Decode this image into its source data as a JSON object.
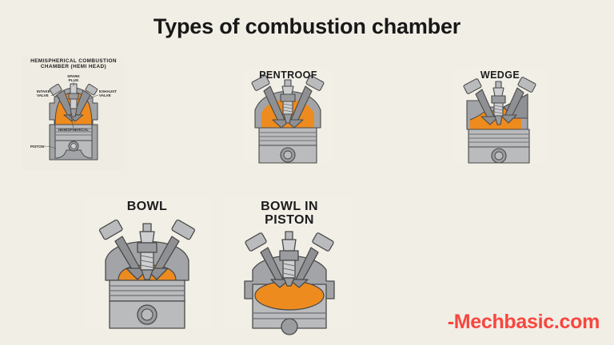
{
  "page": {
    "title": "Types of combustion chamber",
    "background_color": "#f1eee5",
    "watermark": "-Mechbasic.com",
    "watermark_color": "#f8463f"
  },
  "palette": {
    "chamber_orange": "#ed8b1f",
    "metal_dark": "#87898d",
    "metal_mid": "#a2a4a7",
    "metal_light": "#b9bbbd",
    "metal_lighter": "#cdcfd1",
    "outline": "#4a4a48",
    "card_background": "#f2efe7",
    "title_color": "#181818"
  },
  "figures": [
    {
      "id": "hemispherical",
      "caption": "HEMISPHERICAL COMBUSTION\nCHAMBER (HEMI HEAD)",
      "caption_line1": "HEMISPHERICAL COMBUSTION",
      "caption_line2": "CHAMBER (HEMI HEAD)",
      "labels": [
        "SPARK\nPLUG",
        "INTAKE\nVALVE",
        "EXHAUST\nVALVE",
        "HEMISPHERICAL",
        "PISTON"
      ],
      "label_spark_l1": "SPARK",
      "label_spark_l2": "PLUG",
      "label_intake_l1": "INTAKE",
      "label_intake_l2": "VALVE",
      "label_exhaust_l1": "EXHAUST",
      "label_exhaust_l2": "VALVE",
      "label_hemispherical": "HEMISPHERICAL",
      "label_piston": "PISTON"
    },
    {
      "id": "pentroof",
      "caption": "PENTROOF",
      "caption_line1": "PENTROOF",
      "caption_line2": ""
    },
    {
      "id": "wedge",
      "caption": "WEDGE",
      "caption_line1": "WEDGE",
      "caption_line2": ""
    },
    {
      "id": "bowl",
      "caption": "BOWL",
      "caption_line1": "BOWL",
      "caption_line2": ""
    },
    {
      "id": "bowl-in-piston",
      "caption": "BOWL IN PISTON",
      "caption_line1": "BOWL IN",
      "caption_line2": "PISTON"
    }
  ]
}
